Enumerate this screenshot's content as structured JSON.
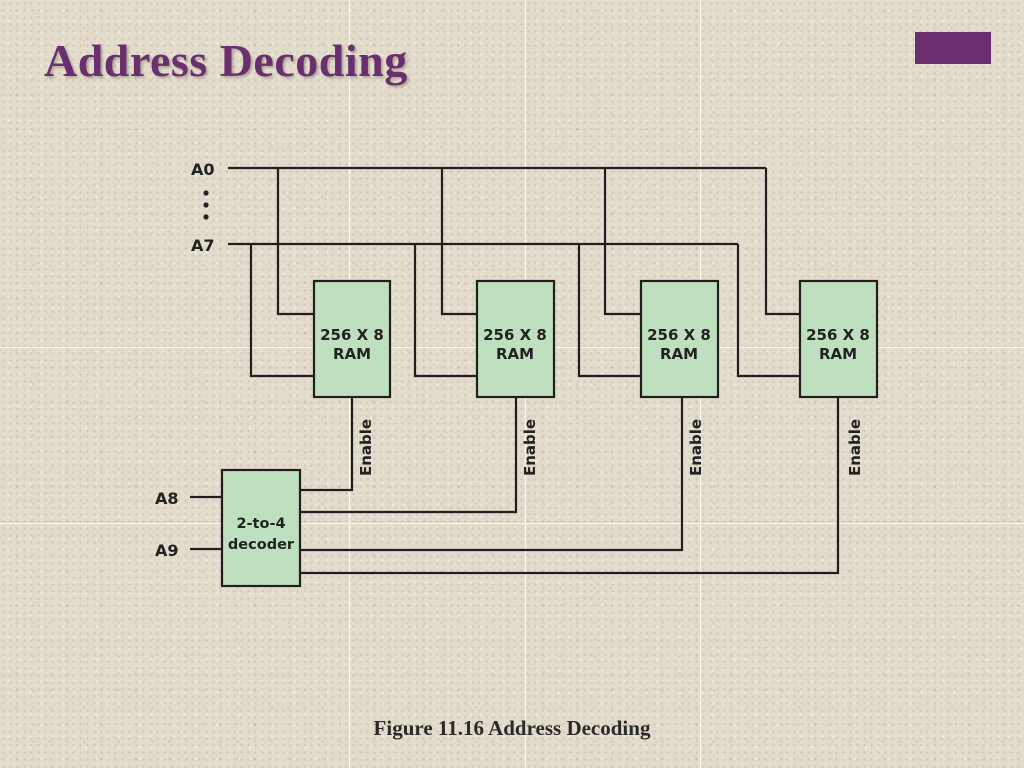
{
  "slide": {
    "title": "Address Decoding",
    "caption": "Figure 11.16  Address Decoding",
    "accent_color": "#6a2f6e"
  },
  "diagram": {
    "address_inputs": [
      "A0",
      "A7",
      "A8",
      "A9"
    ],
    "ellipsis": "⋮",
    "decoder": {
      "line1": "2-to-4",
      "line2": "decoder"
    },
    "ram_chips": [
      {
        "line1": "256 X 8",
        "line2": "RAM",
        "enable_label": "Enable"
      },
      {
        "line1": "256 X 8",
        "line2": "RAM",
        "enable_label": "Enable"
      },
      {
        "line1": "256 X 8",
        "line2": "RAM",
        "enable_label": "Enable"
      },
      {
        "line1": "256 X 8",
        "line2": "RAM",
        "enable_label": "Enable"
      }
    ],
    "box_fill": "#bfe0bf",
    "wire_color": "#1f1f1f"
  }
}
